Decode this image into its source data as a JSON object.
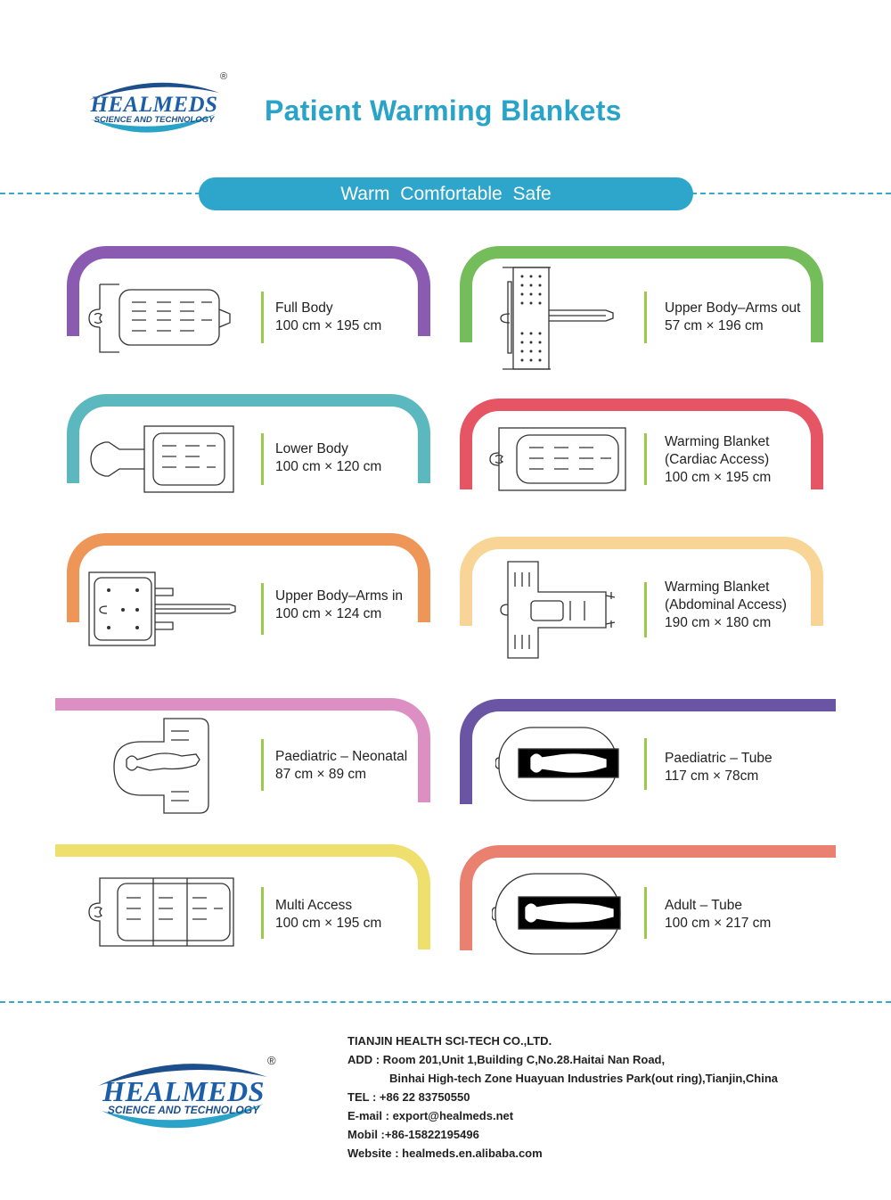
{
  "brand": {
    "name": "HEALMEDS",
    "tagline": "SCIENCE AND TECHNOLOGY",
    "reg_mark": "®"
  },
  "header": {
    "title": "Patient Warming Blankets",
    "slogan": "Warm  Comfortable  Safe"
  },
  "colors": {
    "accent": "#2ea6cc",
    "separator": "#9bc94b"
  },
  "products": [
    {
      "name": "Full Body",
      "sub": "",
      "size": "100 cm × 195 cm",
      "color": "#8a5bb0"
    },
    {
      "name": "Upper Body–Arms out",
      "sub": "",
      "size": "57 cm × 196 cm",
      "color": "#74bd5a"
    },
    {
      "name": "Lower Body",
      "sub": "",
      "size": "100 cm × 120 cm",
      "color": "#5cb8bf"
    },
    {
      "name": "Warming Blanket",
      "sub": "(Cardiac Access)",
      "size": "100 cm × 195 cm",
      "color": "#e55563"
    },
    {
      "name": "Upper Body–Arms in",
      "sub": "",
      "size": "100 cm × 124 cm",
      "color": "#ee9658"
    },
    {
      "name": "Warming Blanket",
      "sub": "(Abdominal Access)",
      "size": "190 cm × 180 cm",
      "color": "#f8d596"
    },
    {
      "name": "Paediatric – Neonatal",
      "sub": "",
      "size": "87 cm × 89 cm",
      "color": "#dc8fc3"
    },
    {
      "name": "Paediatric – Tube",
      "sub": "",
      "size": "117 cm × 78cm",
      "color": "#6a55a5"
    },
    {
      "name": "Multi Access",
      "sub": "",
      "size": "100 cm × 195 cm",
      "color": "#efdf6c"
    },
    {
      "name": "Adult – Tube",
      "sub": "",
      "size": "100 cm × 217 cm",
      "color": "#ea8070"
    }
  ],
  "company": {
    "name": "TIANJIN HEALTH SCI-TECH CO.,LTD.",
    "address_label": "ADD",
    "address_line1": "Room 201,Unit 1,Building C,No.28.Haitai Nan Road,",
    "address_line2": "Binhai High-tech Zone Huayuan Industries Park(out ring),Tianjin,China",
    "tel_label": "TEL",
    "tel": "+86 22 83750550",
    "email_label": "E-mail",
    "email": "export@healmeds.net",
    "mobile_label": "Mobil",
    "mobile": "+86-15822195496",
    "website_label": "Website",
    "website": "healmeds.en.alibaba.com"
  }
}
